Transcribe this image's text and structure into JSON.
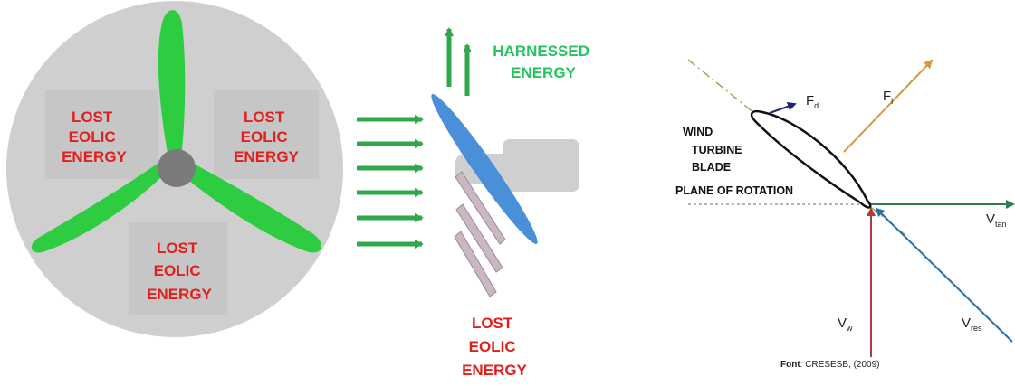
{
  "rotor_view": {
    "lost_energy_label": [
      "LOST",
      "EOLIC",
      "ENERGY"
    ],
    "colors": {
      "disc": "#cfcfcf",
      "blade": "#2ecc40",
      "hub": "#7a7a7a",
      "label_box": "#c8c8c8",
      "label_text": "#e0201e"
    }
  },
  "side_view": {
    "harnessed_label": [
      "HARNESSED",
      "ENERGY"
    ],
    "lost_label": [
      "LOST",
      "EOLIC",
      "ENERGY"
    ],
    "colors": {
      "wind_arrow": "#2ea84a",
      "harnessed_text": "#22c55e",
      "blade": "#4a90d9",
      "nacelle": "#cfcfcf",
      "lost_stream": "#c9b8c3"
    }
  },
  "vector_diagram": {
    "blade_label": [
      "WIND",
      "TURBINE",
      "BLADE"
    ],
    "plane_label": "PLANE OF ROTATION",
    "vectors": [
      {
        "name": "drag",
        "main": "F",
        "sub": "d",
        "color": "#1f2a6b"
      },
      {
        "name": "lift",
        "main": "F",
        "sub": "l",
        "color": "#d49a3c"
      },
      {
        "name": "tangential",
        "main": "V",
        "sub": "tan",
        "color": "#2e7d4f"
      },
      {
        "name": "wind",
        "main": "V",
        "sub": "w",
        "color": "#b33a3a"
      },
      {
        "name": "resultant",
        "main": "V",
        "sub": "res",
        "color": "#2a6fa8"
      }
    ],
    "source_bold": "Font",
    "source_rest": ": CRESESB, (2009)"
  }
}
